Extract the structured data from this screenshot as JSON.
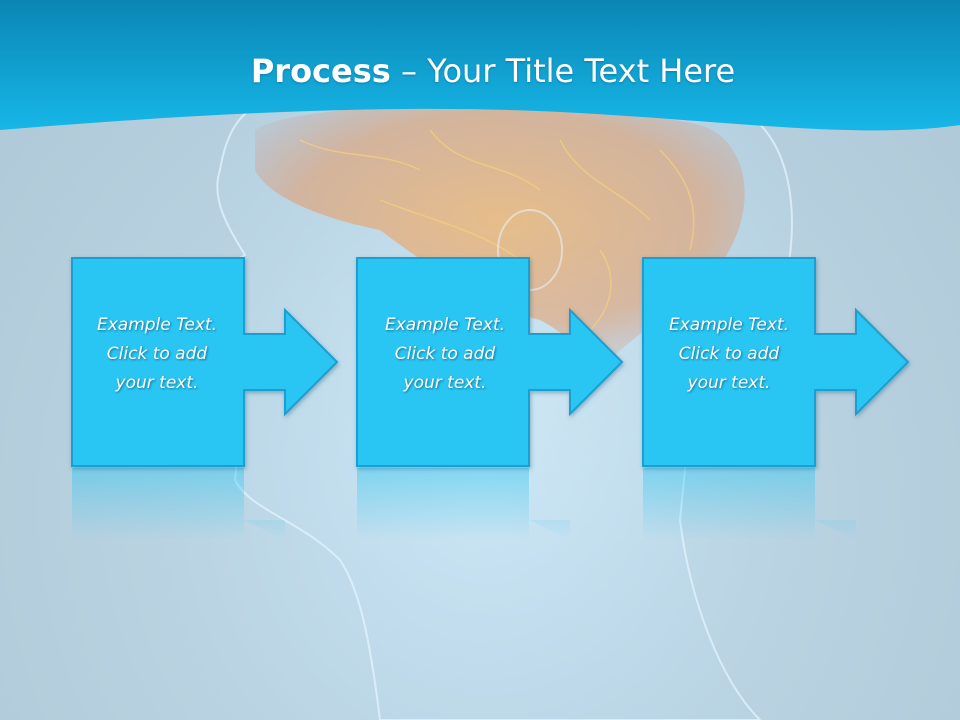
{
  "title": {
    "bold_part": "Process",
    "rest_part": " – Your Title Text Here"
  },
  "steps": [
    {
      "lines": [
        "Example Text.",
        "Click  to add",
        "your text."
      ]
    },
    {
      "lines": [
        "Example Text.",
        "Click  to add",
        "your text."
      ]
    },
    {
      "lines": [
        "Example Text.",
        "Click  to add",
        "your text."
      ]
    }
  ],
  "colors": {
    "box_fill": "#2ac6f3",
    "box_stroke": "#1a9fd0",
    "banner_top": "#0a8ab8",
    "banner_bottom": "#14b6e6"
  }
}
